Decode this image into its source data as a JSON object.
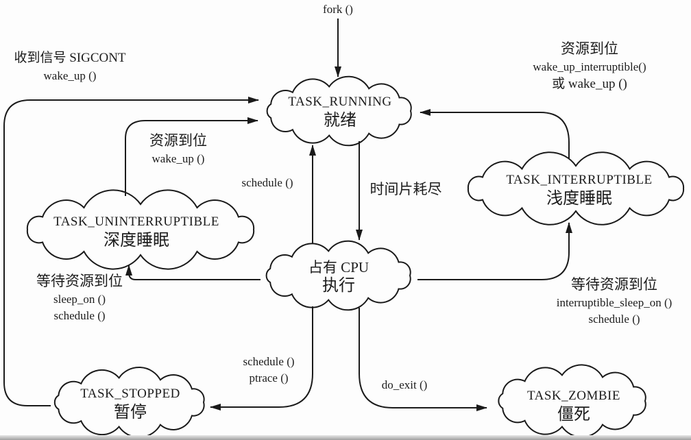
{
  "colors": {
    "stroke": "#1a1a1a",
    "background": "#fdfdfd"
  },
  "nodes": {
    "running": {
      "name": "TASK_RUNNING",
      "cn": "就绪"
    },
    "interruptible": {
      "name": "TASK_INTERRUPTIBLE",
      "cn": "浅度睡眠"
    },
    "uninterruptible": {
      "name": "TASK_UNINTERRUPTIBLE",
      "cn": "深度睡眠"
    },
    "cpu": {
      "name": "占有 CPU",
      "cn": "执行"
    },
    "stopped": {
      "name": "TASK_STOPPED",
      "cn": "暂停"
    },
    "zombie": {
      "name": "TASK_ZOMBIE",
      "cn": "僵死"
    }
  },
  "edges": {
    "fork": {
      "label": "fork ()"
    },
    "sigcont": {
      "line1": "收到信号 SIGCONT",
      "line2": "wake_up ()"
    },
    "wake_interruptible": {
      "line1": "资源到位",
      "line2": "wake_up_interruptible()",
      "line3": "或 wake_up ()"
    },
    "wake_mid": {
      "line1": "资源到位",
      "line2": "wake_up ()"
    },
    "schedule_mid": {
      "label": "schedule ()"
    },
    "timeslice": {
      "label": "时间片耗尽"
    },
    "wait_left": {
      "line1": "等待资源到位",
      "line2": "sleep_on ()",
      "line3": "schedule ()"
    },
    "wait_right": {
      "line1": "等待资源到位",
      "line2": "interruptible_sleep_on ()",
      "line3": "schedule ()"
    },
    "stop_edge": {
      "line1": "schedule ()",
      "line2": "ptrace ()"
    },
    "exit_edge": {
      "label": "do_exit ()"
    }
  }
}
